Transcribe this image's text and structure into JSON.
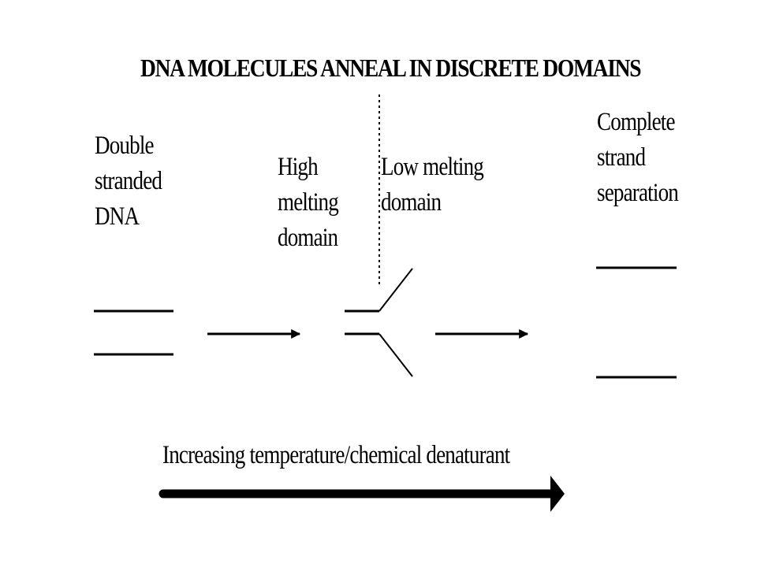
{
  "title": "DNA MOLECULES ANNEAL IN DISCRETE DOMAINS",
  "labels": {
    "double_stranded": "Double\nstranded\nDNA",
    "high_melting": "High\nmelting\ndomain",
    "low_melting": "Low melting\ndomain",
    "complete_separation": "Complete\nstrand\nseparation",
    "axis": "Increasing temperature/chemical denaturant"
  },
  "colors": {
    "ink": "#000000",
    "background": "#ffffff"
  }
}
